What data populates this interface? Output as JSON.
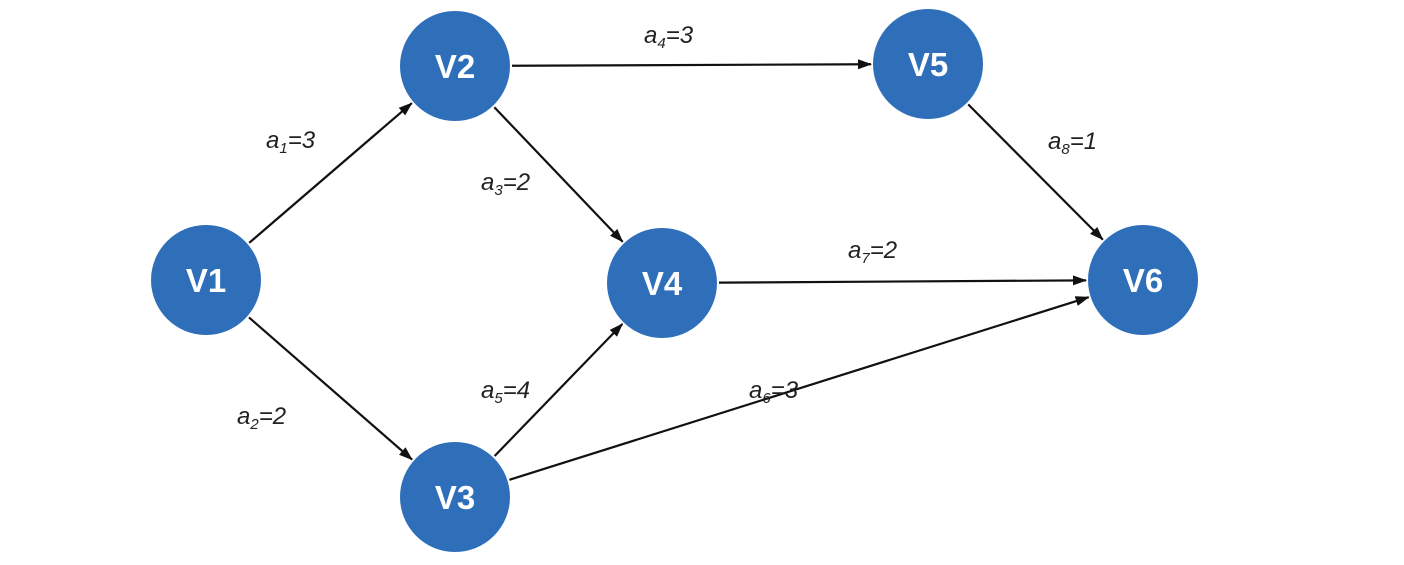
{
  "diagram": {
    "colors": {
      "node_fill": "#2f6fba",
      "node_text": "#ffffff",
      "edge": "#111111",
      "label": "#222222"
    },
    "nodes": [
      {
        "id": "V1",
        "label": "V1"
      },
      {
        "id": "V2",
        "label": "V2"
      },
      {
        "id": "V3",
        "label": "V3"
      },
      {
        "id": "V4",
        "label": "V4"
      },
      {
        "id": "V5",
        "label": "V5"
      },
      {
        "id": "V6",
        "label": "V6"
      }
    ],
    "edges": [
      {
        "from": "V1",
        "to": "V2",
        "var": "a",
        "sub": "1",
        "weight": "=3"
      },
      {
        "from": "V1",
        "to": "V3",
        "var": "a",
        "sub": "2",
        "weight": "=2"
      },
      {
        "from": "V2",
        "to": "V4",
        "var": "a",
        "sub": "3",
        "weight": "=2"
      },
      {
        "from": "V2",
        "to": "V5",
        "var": "a",
        "sub": "4",
        "weight": "=3"
      },
      {
        "from": "V3",
        "to": "V4",
        "var": "a",
        "sub": "5",
        "weight": "=4"
      },
      {
        "from": "V3",
        "to": "V6",
        "var": "a",
        "sub": "6",
        "weight": "=3"
      },
      {
        "from": "V4",
        "to": "V6",
        "var": "a",
        "sub": "7",
        "weight": "=2"
      },
      {
        "from": "V5",
        "to": "V6",
        "var": "a",
        "sub": "8",
        "weight": "=1"
      }
    ]
  }
}
